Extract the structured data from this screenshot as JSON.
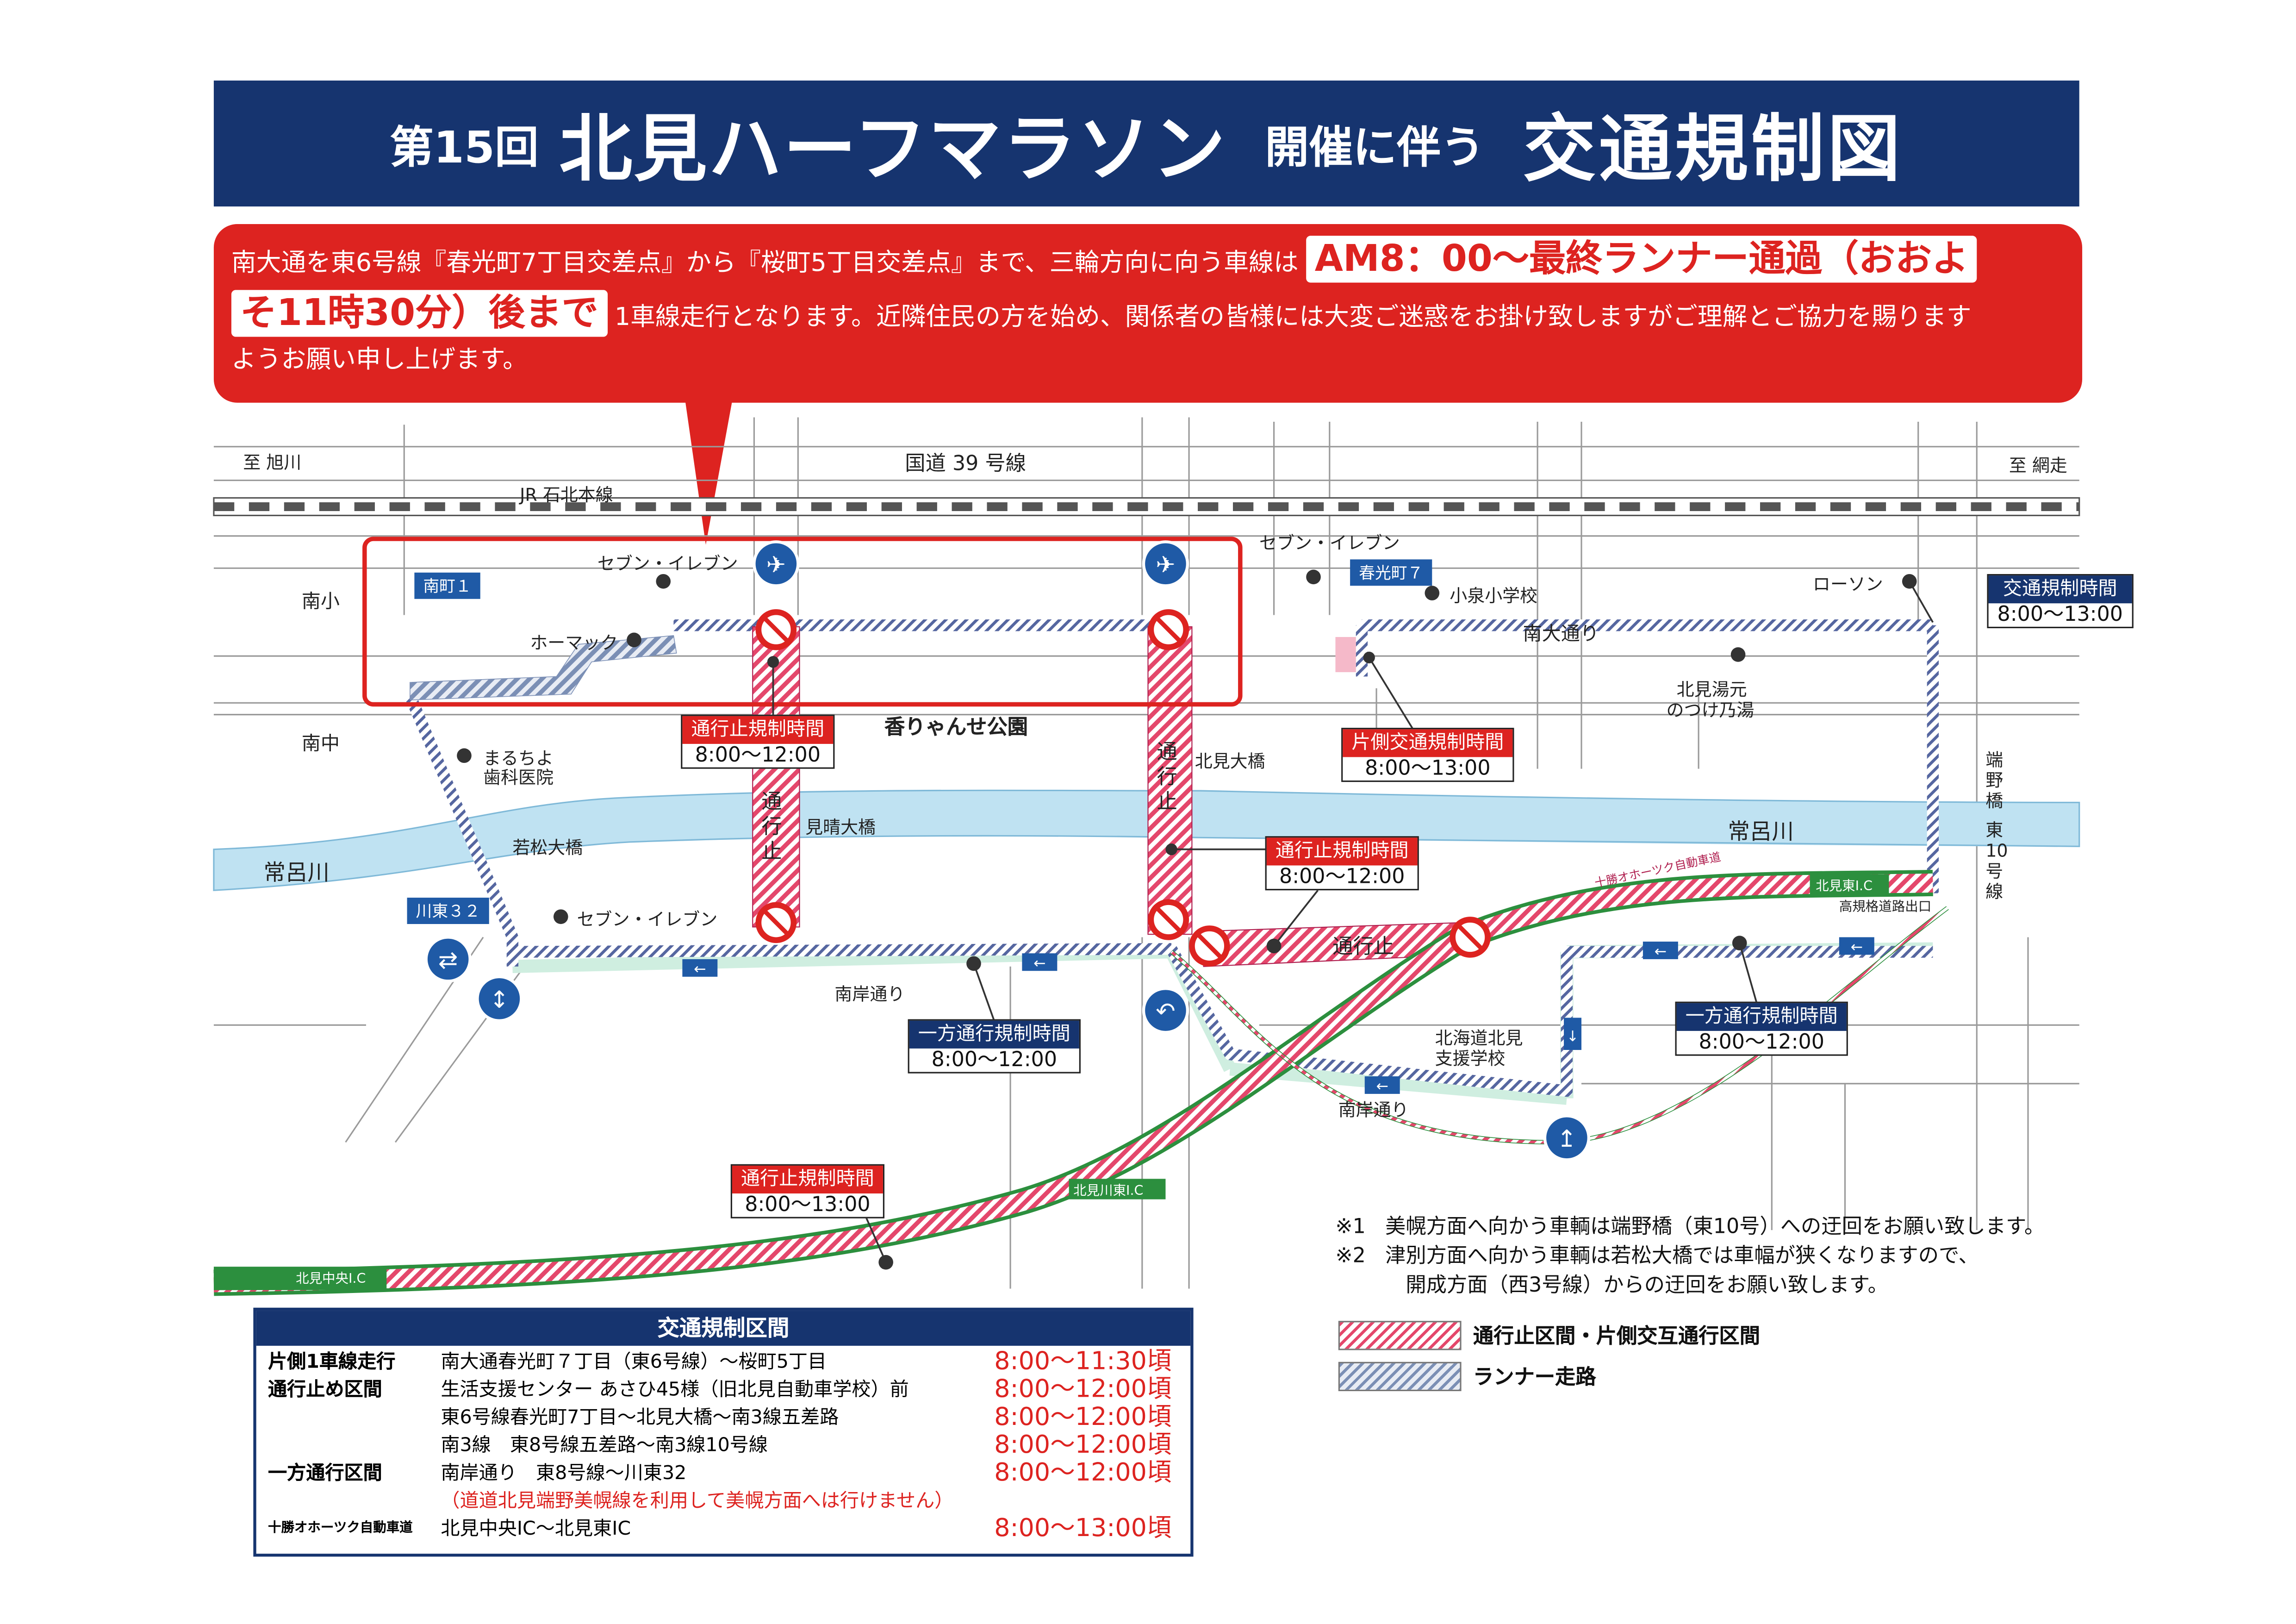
{
  "title": {
    "prefix": "第15回",
    "event": "北見ハーフマラソン",
    "middle": "開催に伴う",
    "main": "交通規制図"
  },
  "notice": {
    "text1": "南大通を東6号線『春光町7丁目交差点』から『桜町5丁目交差点』まで、三輪方向に向う車線は",
    "highlight1": "AM8：00〜最終ランナー通過（おおよ",
    "highlight2": "そ11時30分）後まで",
    "text2": "1車線走行となります。近隣住民の方を始め、関係者の皆様には大変ご迷惑をお掛け致しますがご理解とご協力を賜ります",
    "text3": "ようお願い申し上げます。"
  },
  "map": {
    "places": {
      "to_asahikawa": "至 旭川",
      "to_abashiri": "至 網走",
      "route39": "国道 39 号線",
      "jr_line": "JR 石北本線",
      "minami_sho": "南小",
      "minami_chu": "南中",
      "seven1": "セブン・イレブン",
      "seven2": "セブン・イレブン",
      "seven3": "セブン・イレブン",
      "homac": "ホーマック",
      "koizumi": "小泉小学校",
      "lawson": "ローソン",
      "minami_odori": "南大通り",
      "yumoto": "北見湯元",
      "yumoto2": "のつけ乃湯",
      "marochiyo": "まるちよ",
      "marochiyo2": "歯科医院",
      "park": "香りゃんせ公園",
      "kitami_bridge": "北見大橋",
      "miharashi_bridge": "見晴大橋",
      "wakamatsu_bridge": "若松大橋",
      "river_left": "常呂川",
      "river_right": "常呂川",
      "hashino_bridge": "端野橋（東10号線）",
      "hashino_bridge_v1": "端野橋",
      "hashino_bridge_v2": "東10号線",
      "nanganDori1": "南岸通り",
      "nanganDori2": "南岸通り",
      "school": "北海道北見",
      "school2": "支援学校",
      "kitami_east_ic": "北見東I.C",
      "koukikaku_exit": "高規格道路出口",
      "kitami_kawahigashi_ic": "北見川東I.C",
      "kitami_chuo_ic": "北見中央I.C",
      "expressway": "十勝オホーツク自動車道",
      "closed_v1": "通行止",
      "closed_v2": "通行止",
      "closed_h": "通行止"
    },
    "tags": {
      "minami1": "南町１",
      "shunko7": "春光町７",
      "kawahigashi32": "川東３２"
    },
    "boxes": {
      "top_right": {
        "head": "交通規制時間",
        "time": "8:00〜13:00"
      },
      "closure_left": {
        "head": "通行止規制時間",
        "time": "8:00〜12:00"
      },
      "one_side": {
        "head": "片側交通規制時間",
        "time": "8:00〜13:00"
      },
      "closure_mid": {
        "head": "通行止規制時間",
        "time": "8:00〜12:00"
      },
      "oneway_left": {
        "head": "一方通行規制時間",
        "time": "8:00〜12:00"
      },
      "oneway_right": {
        "head": "一方通行規制時間",
        "time": "8:00〜12:00"
      },
      "closure_bottom": {
        "head": "通行止規制時間",
        "time": "8:00〜13:00"
      }
    }
  },
  "panel": {
    "title": "交通規制区間",
    "rows": [
      {
        "category": "片側1車線走行",
        "route": "南大通春光町７丁目（東6号線）〜桜町5丁目",
        "time": "8:00〜11:30頃"
      },
      {
        "category": "通行止め区間",
        "route": "生活支援センター あさひ45様（旧北見自動車学校）前",
        "time": "8:00〜12:00頃"
      },
      {
        "category": "",
        "route": "東6号線春光町7丁目〜北見大橋〜南3線五差路",
        "time": "8:00〜12:00頃"
      },
      {
        "category": "",
        "route": "南3線　東8号線五差路〜南3線10号線",
        "time": "8:00〜12:00頃"
      },
      {
        "category": "一方通行区間",
        "route": "南岸通り　東8号線〜川東32",
        "time": "8:00〜12:00頃"
      },
      {
        "category": "",
        "route": "（道道北見端野美幌線を利用して美幌方面へは行けません）",
        "time": ""
      },
      {
        "category": "十勝オホーツク自動車道",
        "route": "北見中央IC〜北見東IC",
        "time": "8:00〜13:00頃"
      }
    ]
  },
  "notes": {
    "n1_mark": "※1",
    "n1": "美幌方面へ向かう車輌は端野橋（東10号）への迂回をお願い致します。",
    "n2_mark": "※2",
    "n2a": "津別方面へ向かう車輌は若松大橋では車幅が狭くなりますので、",
    "n2b": "開成方面（西3号線）からの迂回をお願い致します。"
  },
  "legend": {
    "closed": "通行止区間・片側交互通行区間",
    "runner": "ランナー走路"
  },
  "colors": {
    "navy": "#16346f",
    "red": "#dd2320",
    "river": "#bfe2f2",
    "closure_hatch": "#e4476b",
    "oneway_road": "#cfeee0"
  }
}
